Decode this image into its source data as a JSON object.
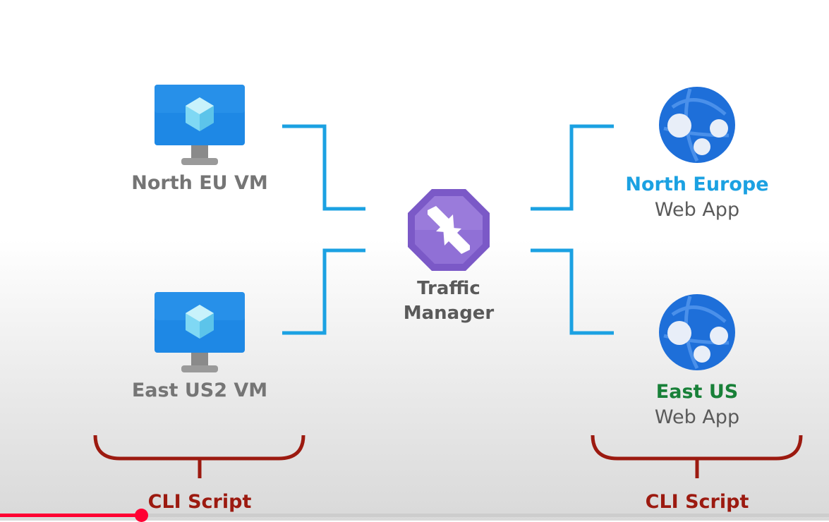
{
  "diagram": {
    "left_nodes": [
      {
        "label": "North EU VM",
        "icon": "vm-monitor-icon"
      },
      {
        "label": "East US2 VM",
        "icon": "vm-monitor-icon"
      }
    ],
    "center_node": {
      "line1": "Traffic",
      "line2": "Manager",
      "icon": "traffic-manager-icon"
    },
    "right_nodes": [
      {
        "region": "North Europe",
        "sub": "Web App",
        "region_color": "#1ba1e2",
        "icon": "web-app-globe-icon"
      },
      {
        "region": "East US",
        "sub": "Web App",
        "region_color": "#188038",
        "icon": "web-app-globe-icon"
      }
    ],
    "braces": [
      {
        "label": "CLI Script"
      },
      {
        "label": "CLI Script"
      }
    ],
    "colors": {
      "connector": "#1ba1e2",
      "brace": "#9c1a10",
      "vm_screen": "#1e88e5",
      "traffic_manager": "#7b59c7",
      "globe": "#1e6fd9"
    }
  },
  "player": {
    "progress_fraction": 0.17,
    "accent": "#ff0033"
  }
}
